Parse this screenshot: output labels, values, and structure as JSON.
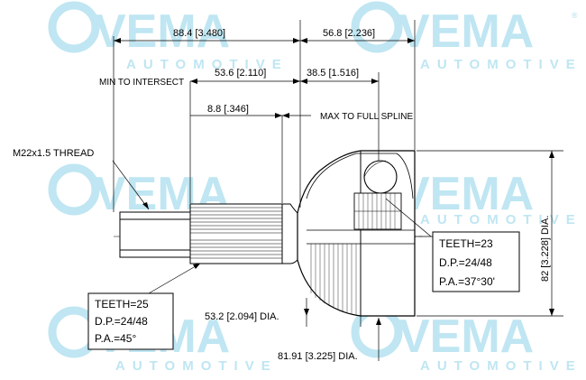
{
  "watermark": {
    "brand": "VEMA",
    "sub": "AUTOMOTIVE",
    "registered": "®",
    "color": "#bfe6f2"
  },
  "dimensions": {
    "overall_length": "88.4 [3.480]",
    "head_length": "56.8 [2.236]",
    "min_to_intersect_label": "MIN TO INTERSECT",
    "min_to_intersect_value": "53.6 [2.110]",
    "center_to_face": "38.5 [1.516]",
    "spline_length": "8.8 [.346]",
    "max_to_full_spline": "MAX TO FULL SPLINE",
    "thread": "M22x1.5 THREAD",
    "seat_dia": "53.2 [2.094] DIA.",
    "bell_dia": "81.91 [3.225] DIA.",
    "outer_dia": "82 [3.228] DIA."
  },
  "spec_outer": {
    "teeth": "TEETH=23",
    "dp": "D.P.=24/48",
    "pa": "P.A.=37°30'"
  },
  "spec_shaft": {
    "teeth": "TEETH=25",
    "dp": "D.P.=24/48",
    "pa": "P.A.=45°"
  }
}
